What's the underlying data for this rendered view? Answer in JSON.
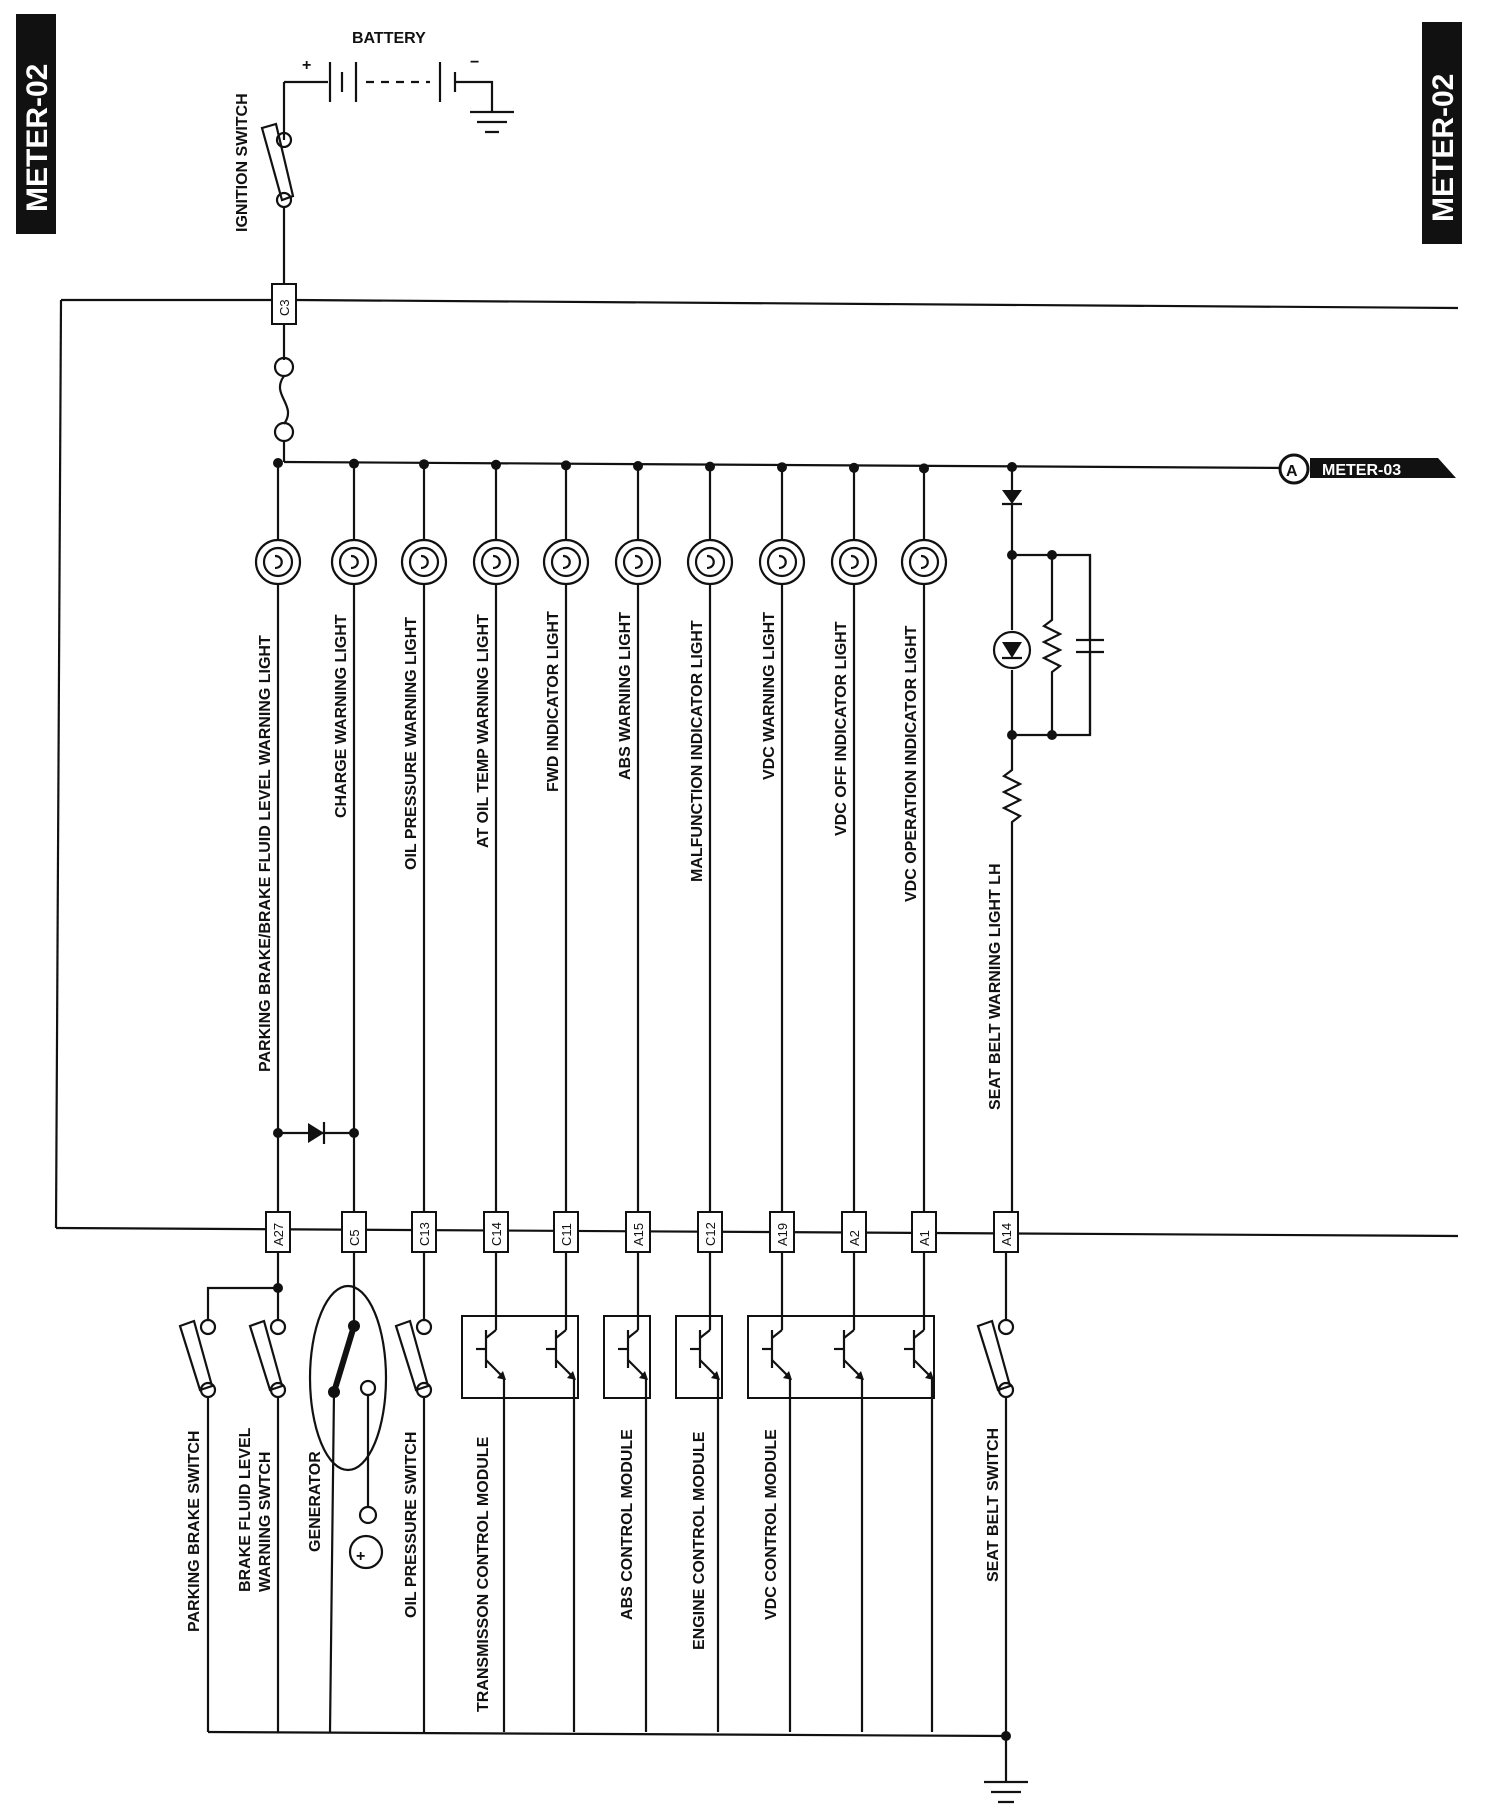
{
  "page_tab": "METER-02",
  "battery": {
    "label": "BATTERY",
    "plus": "+",
    "minus": "−"
  },
  "ignition_switch": "IGNITION SWITCH",
  "top_connector": "C3",
  "offpage": {
    "letter": "A",
    "label": "METER-03"
  },
  "lights": [
    "PARKING BRAKE/BRAKE FLUID LEVEL WARNING LIGHT",
    "CHARGE WARNING LIGHT",
    "OIL PRESSURE WARNING LIGHT",
    "AT OIL TEMP WARNING LIGHT",
    "FWD INDICATOR LIGHT",
    "ABS WARNING LIGHT",
    "MALFUNCTION INDICATOR LIGHT",
    "VDC WARNING LIGHT",
    "VDC OFF INDICATOR LIGHT",
    "VDC OPERATION INDICATOR LIGHT"
  ],
  "seat_belt_light": "SEAT BELT WARNING LIGHT LH",
  "bottom_connectors": [
    "A27",
    "C5",
    "C13",
    "C14",
    "C11",
    "A15",
    "C12",
    "A19",
    "A2",
    "A1",
    "A14"
  ],
  "components": {
    "parking_brake_switch": "PARKING BRAKE SWITCH",
    "brake_fluid_line1": "BRAKE FLUID LEVEL",
    "brake_fluid_line2": "WARNING SWTCH",
    "generator": "GENERATOR",
    "generator_terminal": "+",
    "oil_pressure_switch": "OIL PRESSURE SWITCH",
    "transmission_module": "TRANSMISSON CONTROL MODULE",
    "abs_module": "ABS CONTROL MODULE",
    "engine_module": "ENGINE CONTROL MODULE",
    "vdc_module": "VDC CONTROL MODULE",
    "seat_belt_switch": "SEAT BELT SWITCH"
  }
}
